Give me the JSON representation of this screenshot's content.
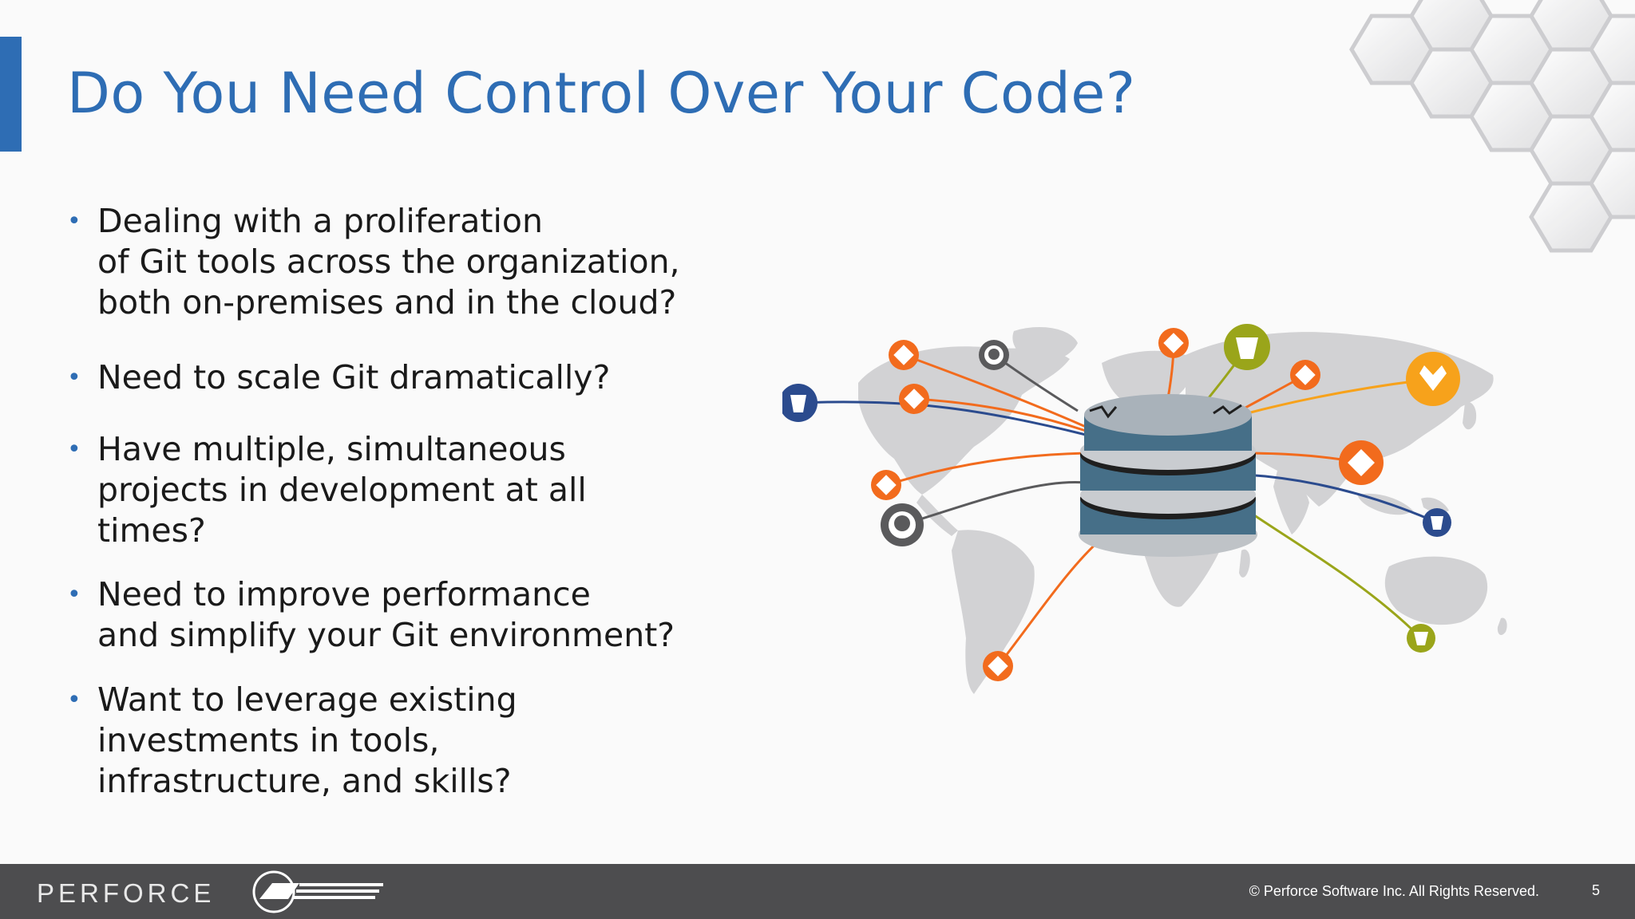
{
  "slide": {
    "title": "Do You Need Control Over Your Code?",
    "bullets": [
      "Dealing with a proliferation\nof Git tools across the organization,\nboth on-premises and in the cloud?",
      "Need to scale Git dramatically?",
      "Have multiple, simultaneous\nprojects in development at all\ntimes?",
      "Need to improve performance\nand simplify your Git environment?",
      "Want to leverage existing\ninvestments in tools,\ninfrastructure, and skills?"
    ],
    "bullet_glyph": "•"
  },
  "illustration": {
    "center": "database-icon",
    "endpoints": [
      "git-icon",
      "github-icon",
      "bitbucket-icon",
      "gitlab-icon",
      "gitweb-icon"
    ]
  },
  "footer": {
    "brand": "PERFORCE",
    "partner_logo": "release-team-logo",
    "copyright": "© Perforce Software Inc. All Rights Reserved.",
    "page_number": "5"
  },
  "colors": {
    "title_blue": "#2e6db4",
    "footer_bg": "#4d4d4f",
    "git_orange": "#f26b1d",
    "gitlab_orange": "#f7a21b",
    "bitbucket_navy": "#2b4b8e",
    "gitweb_olive": "#9aa51a",
    "database_steel": "#466f88"
  }
}
